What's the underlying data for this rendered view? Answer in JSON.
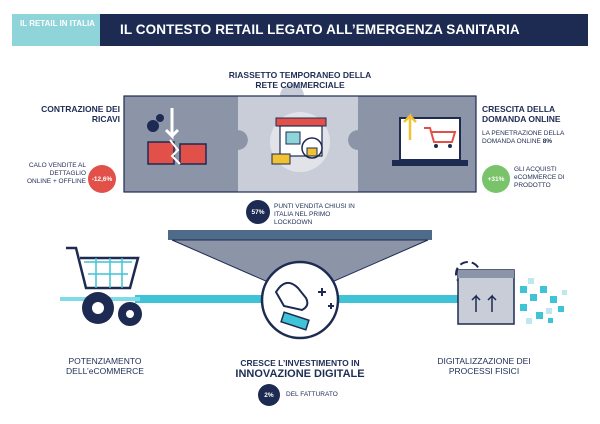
{
  "header": {
    "tag": "IL RETAIL IN ITALIA",
    "title": "IL CONTESTO RETAIL LEGATO ALL’EMERGENZA SANITARIA"
  },
  "left_block": {
    "title": "CONTRAZIONE DEI RICAVI",
    "stat_text": "CALO VENDITE AL DETTAGLIO ONLINE + OFFLINE",
    "stat_value": "-12,6%"
  },
  "center_block": {
    "title": "RIASSETTO TEMPORANEO DELLA RETE COMMERCIALE",
    "stat_value": "57%",
    "stat_text": "PUNTI VENDITA CHIUSI IN ITALIA NEL PRIMO LOCKDOWN"
  },
  "right_block": {
    "title": "CRESCITA DELLA DOMANDA ONLINE",
    "subtitle": "LA PENETRAZIONE DELLA DOMANDA ONLINE",
    "subtitle_value": "8%",
    "stat_value": "+31%",
    "stat_text": "GLI ACQUISTI eCOMMERCE DI PRODOTTO"
  },
  "bottom": {
    "left_label": "POTENZIAMENTO DELL’eCOMMERCE",
    "center_title": "CRESCE L’INVESTIMENTO IN",
    "center_highlight": "INNOVAZIONE DIGITALE",
    "center_value": "2%",
    "center_value_text": "DEL FATTURATO",
    "right_label": "DIGITALIZZAZIONE DEI PROCESSI FISICI"
  },
  "colors": {
    "navy": "#1d2b52",
    "teal": "#8fd4d8",
    "puzzle_grey": "#8c94a8",
    "puzzle_dark": "#5b6478",
    "red": "#e2504a",
    "green": "#79c36a",
    "cyan_line": "#3fc3d6"
  },
  "icons": [
    "trending-down-icon",
    "store-icon",
    "laptop-cart-icon",
    "shopping-cart-icon",
    "hand-coin-icon",
    "box-icon"
  ]
}
